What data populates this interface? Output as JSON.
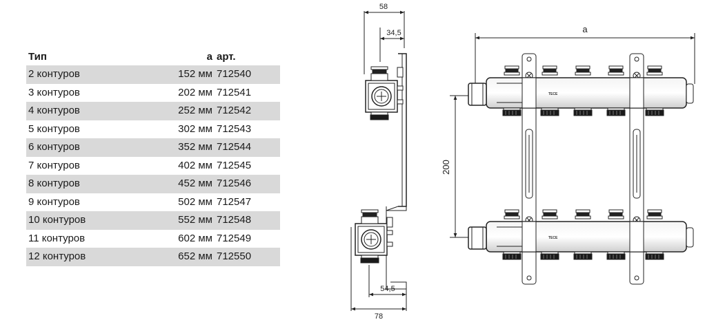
{
  "table": {
    "headers": {
      "type": "Тип",
      "a": "a",
      "art": "арт."
    },
    "rows": [
      {
        "type": "2 контуров",
        "a": "152 мм",
        "art": "712540"
      },
      {
        "type": "3 контуров",
        "a": "202 мм",
        "art": "712541"
      },
      {
        "type": "4 контуров",
        "a": "252 мм",
        "art": "712542"
      },
      {
        "type": "5 контуров",
        "a": "302 мм",
        "art": "712543"
      },
      {
        "type": "6 контуров",
        "a": "352 мм",
        "art": "712544"
      },
      {
        "type": "7 контуров",
        "a": "402 мм",
        "art": "712545"
      },
      {
        "type": "8 контуров",
        "a": "452 мм",
        "art": "712546"
      },
      {
        "type": "9 контуров",
        "a": "502 мм",
        "art": "712547"
      },
      {
        "type": "10 контуров",
        "a": "552 мм",
        "art": "712548"
      },
      {
        "type": "11 контуров",
        "a": "602 мм",
        "art": "712549"
      },
      {
        "type": "12 контуров",
        "a": "652 мм",
        "art": "712550"
      }
    ]
  },
  "side_view": {
    "dim_top_width": "58",
    "dim_top_offset": "34,5",
    "dim_bottom_offset": "54,5",
    "dim_bottom_width": "78"
  },
  "front_view": {
    "dim_width": "a",
    "dim_height": "200",
    "logo": "TECE"
  },
  "colors": {
    "row_shade": "#d9d9d9",
    "line": "#222222"
  }
}
